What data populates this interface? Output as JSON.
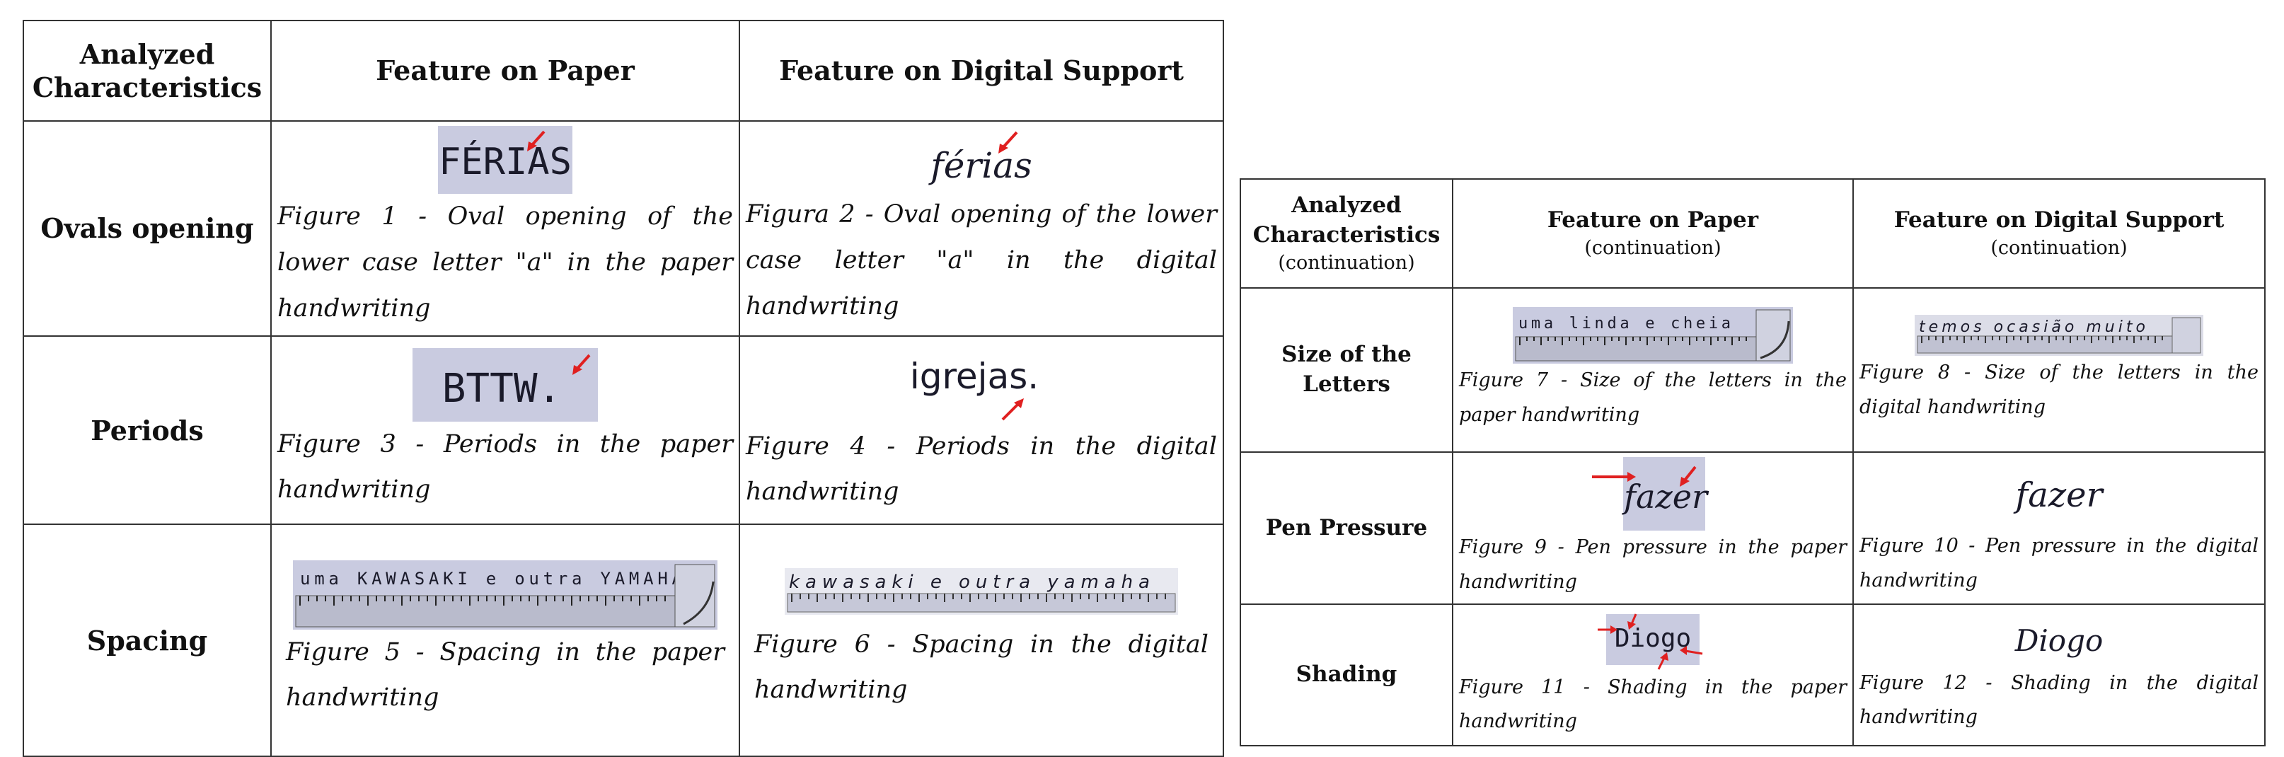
{
  "table1": {
    "headers": [
      "Analyzed Characteristics",
      "Feature on Paper",
      "Feature on Digital Support"
    ],
    "rows": [
      {
        "label": "Ovals opening",
        "paper": {
          "sample": "FÉRIAS",
          "caption": "Figure 1 - Oval opening of the lower case letter \"a\" in the paper handwriting"
        },
        "digital": {
          "sample": "férias",
          "caption": "Figura 2 - Oval opening of the lower case letter \"a\" in the digital handwriting"
        }
      },
      {
        "label": "Periods",
        "paper": {
          "sample": "BTTW.",
          "caption": "Figure 3 - Periods in the paper handwriting"
        },
        "digital": {
          "sample": "igrejas.",
          "caption": "Figure 4 - Periods in the digital handwriting"
        }
      },
      {
        "label": "Spacing",
        "paper": {
          "sample": "uma KAWASAKI e outra YAMAHA",
          "caption": "Figure 5 - Spacing in the paper handwriting"
        },
        "digital": {
          "sample": "kawasaki e outra yamaha",
          "caption": "Figure 6 - Spacing in the digital handwriting"
        }
      }
    ]
  },
  "table2": {
    "headers": [
      {
        "title": "Analyzed Characteristics",
        "sub": "(continuation)"
      },
      {
        "title": "Feature on Paper",
        "sub": "(continuation)"
      },
      {
        "title": "Feature on Digital Support",
        "sub": "(continuation)"
      }
    ],
    "rows": [
      {
        "label": "Size of the Letters",
        "paper": {
          "sample": "uma linda e cheia",
          "caption": "Figure 7 - Size of the letters in the paper handwriting"
        },
        "digital": {
          "sample": "temos ocasião muito",
          "caption": "Figure 8 - Size of the letters in the digital handwriting"
        }
      },
      {
        "label": "Pen Pressure",
        "paper": {
          "sample": "fazer",
          "caption": "Figure 9 - Pen pressure in the paper handwriting"
        },
        "digital": {
          "sample": "fazer",
          "caption": "Figure 10 - Pen pressure in the digital handwriting"
        }
      },
      {
        "label": "Shading",
        "paper": {
          "sample": "Diogo",
          "caption": "Figure 11 - Shading in the paper handwriting"
        },
        "digital": {
          "sample": "Diogo",
          "caption": "Figure 12 - Shading in the digital handwriting"
        }
      }
    ]
  },
  "colors": {
    "scan_bg": "#c9cbe0",
    "arrow": "#e02020",
    "ink": "#1a1a2a"
  },
  "icons": [
    "red-arrow-icon",
    "ruler-icon"
  ]
}
